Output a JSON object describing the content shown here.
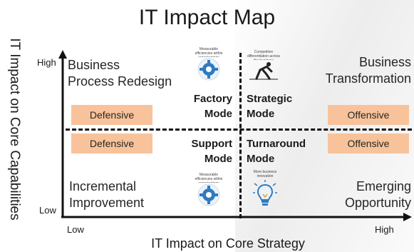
{
  "title": "IT Impact Map",
  "axes": {
    "y_label": "IT Impact on Core Capabilities",
    "x_label": "IT Impact on Core Strategy",
    "y_high": "High",
    "y_low": "Low",
    "x_low": "Low",
    "x_high": "High"
  },
  "quadrants": {
    "top_left": [
      "Business",
      "Process Redesign"
    ],
    "top_right": [
      "Business",
      "Transformation"
    ],
    "bottom_left": [
      "Incremental",
      "Improvement"
    ],
    "bottom_right": [
      "Emerging",
      "Opportunity"
    ]
  },
  "modes": {
    "factory": [
      "Factory",
      "Mode"
    ],
    "strategic": [
      "Strategic",
      "Mode"
    ],
    "support": [
      "Support",
      "Mode"
    ],
    "turnaround": [
      "Turnaround",
      "Mode"
    ]
  },
  "boxes": {
    "left_top": "Defensive",
    "left_bottom": "Defensive",
    "right_top": "Offensive",
    "right_bottom": "Offensive"
  },
  "cards": {
    "factory": "Measurable efficiencies within organizations",
    "strategic": "Competitive differentiation across the business",
    "support": "Measurable efficiencies within organizations",
    "turnaround": "More business innovation"
  },
  "colors": {
    "box_fill": "#f8c39a",
    "axis": "#111111",
    "icon_blue": "#2f7bbf"
  }
}
